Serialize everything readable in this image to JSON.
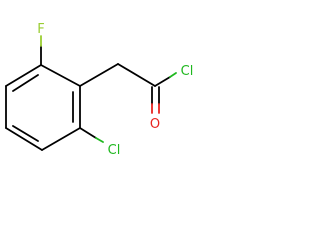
{
  "molecule": {
    "atoms": {
      "fluorine": {
        "symbol": "F",
        "color": "#9acd32"
      },
      "ring_chlorine": {
        "symbol": "Cl",
        "color": "#1fb81f"
      },
      "acyl_chlorine": {
        "symbol": "Cl",
        "color": "#1fb81f"
      },
      "carbonyl_oxygen": {
        "symbol": "O",
        "color": "#e8231f"
      }
    },
    "bond_color": "#000000"
  }
}
